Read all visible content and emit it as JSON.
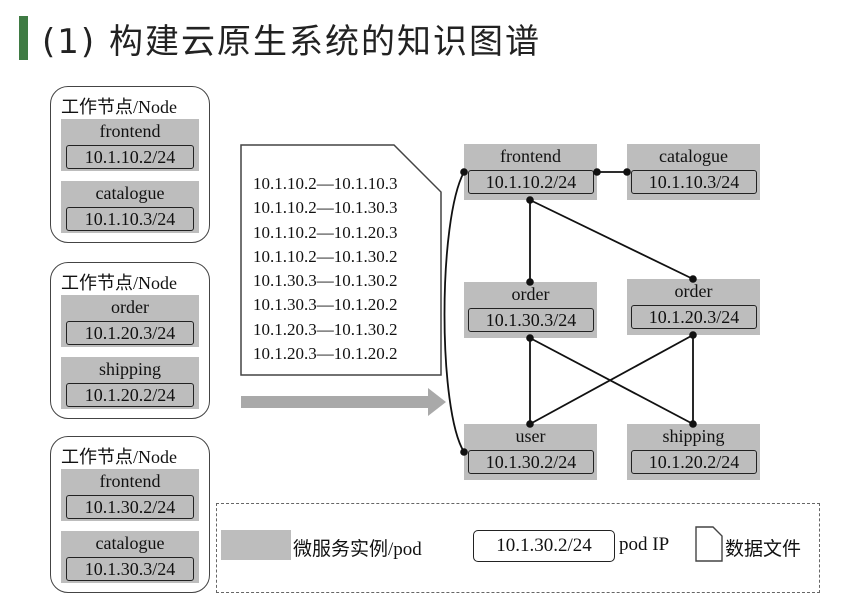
{
  "title": "(1) 构建云原生系统的知识图谱",
  "colors": {
    "accent": "#3f7b44",
    "pod_fill": "#bdbdbd",
    "arrow": "#a9a9a9"
  },
  "nodes": [
    {
      "label": "工作节点/Node",
      "pods": [
        {
          "name": "frontend",
          "ip": "10.1.10.2/24"
        },
        {
          "name": "catalogue",
          "ip": "10.1.10.3/24"
        }
      ]
    },
    {
      "label": "工作节点/Node",
      "pods": [
        {
          "name": "order",
          "ip": "10.1.20.3/24"
        },
        {
          "name": "shipping",
          "ip": "10.1.20.2/24"
        }
      ]
    },
    {
      "label": "工作节点/Node",
      "pods": [
        {
          "name": "frontend",
          "ip": "10.1.30.2/24"
        },
        {
          "name": "catalogue",
          "ip": "10.1.30.3/24"
        }
      ]
    }
  ],
  "data_file": {
    "lines": [
      "10.1.10.2—10.1.10.3",
      "10.1.10.2—10.1.30.3",
      "10.1.10.2—10.1.20.3",
      "10.1.10.2—10.1.30.2",
      "10.1.30.3—10.1.30.2",
      "10.1.30.3—10.1.20.2",
      "10.1.20.3—10.1.30.2",
      "10.1.20.3—10.1.20.2"
    ]
  },
  "graph_pods": [
    {
      "name": "frontend",
      "ip": "10.1.10.2/24"
    },
    {
      "name": "catalogue",
      "ip": "10.1.10.3/24"
    },
    {
      "name": "order",
      "ip": "10.1.30.3/24"
    },
    {
      "name": "order",
      "ip": "10.1.20.3/24"
    },
    {
      "name": "user",
      "ip": "10.1.30.2/24"
    },
    {
      "name": "shipping",
      "ip": "10.1.20.2/24"
    }
  ],
  "legend": {
    "pod_label": "微服务实例/pod",
    "ip_sample": "10.1.30.2/24",
    "ip_label": "pod IP",
    "file_label": "数据文件"
  }
}
